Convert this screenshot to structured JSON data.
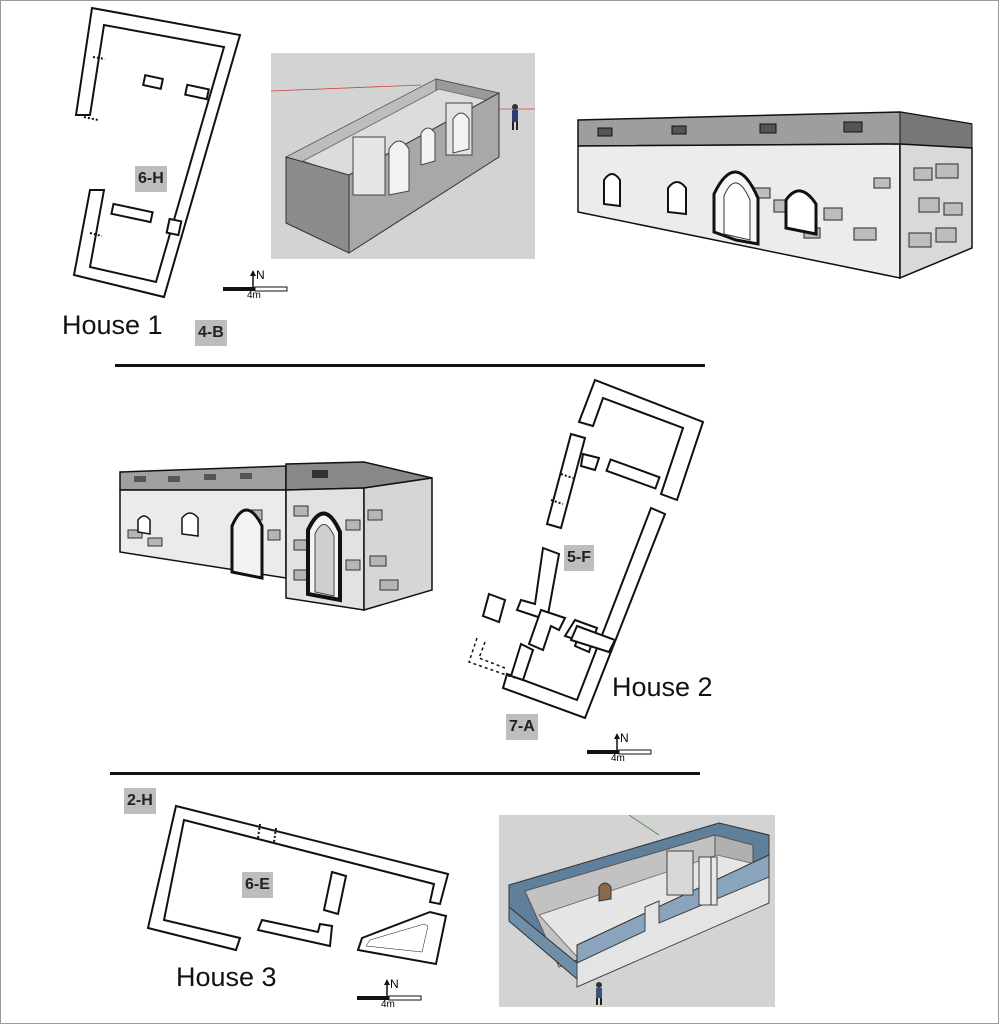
{
  "houses": [
    {
      "label": "House 1",
      "tags": [
        "6-H",
        "4-B"
      ],
      "scale": {
        "north": "N",
        "distance": "4m"
      }
    },
    {
      "label": "House 2",
      "tags": [
        "5-F",
        "7-A"
      ],
      "scale": {
        "north": "N",
        "distance": "4m"
      }
    },
    {
      "label": "House 3",
      "tags": [
        "2-H",
        "6-E"
      ],
      "scale": {
        "north": "N",
        "distance": "4m"
      }
    }
  ],
  "colors": {
    "tag_bg": "#bdbdbd",
    "model_bg": "#d3d3d3",
    "wall_fill": "#ffffff",
    "wall_stroke": "#111111"
  }
}
